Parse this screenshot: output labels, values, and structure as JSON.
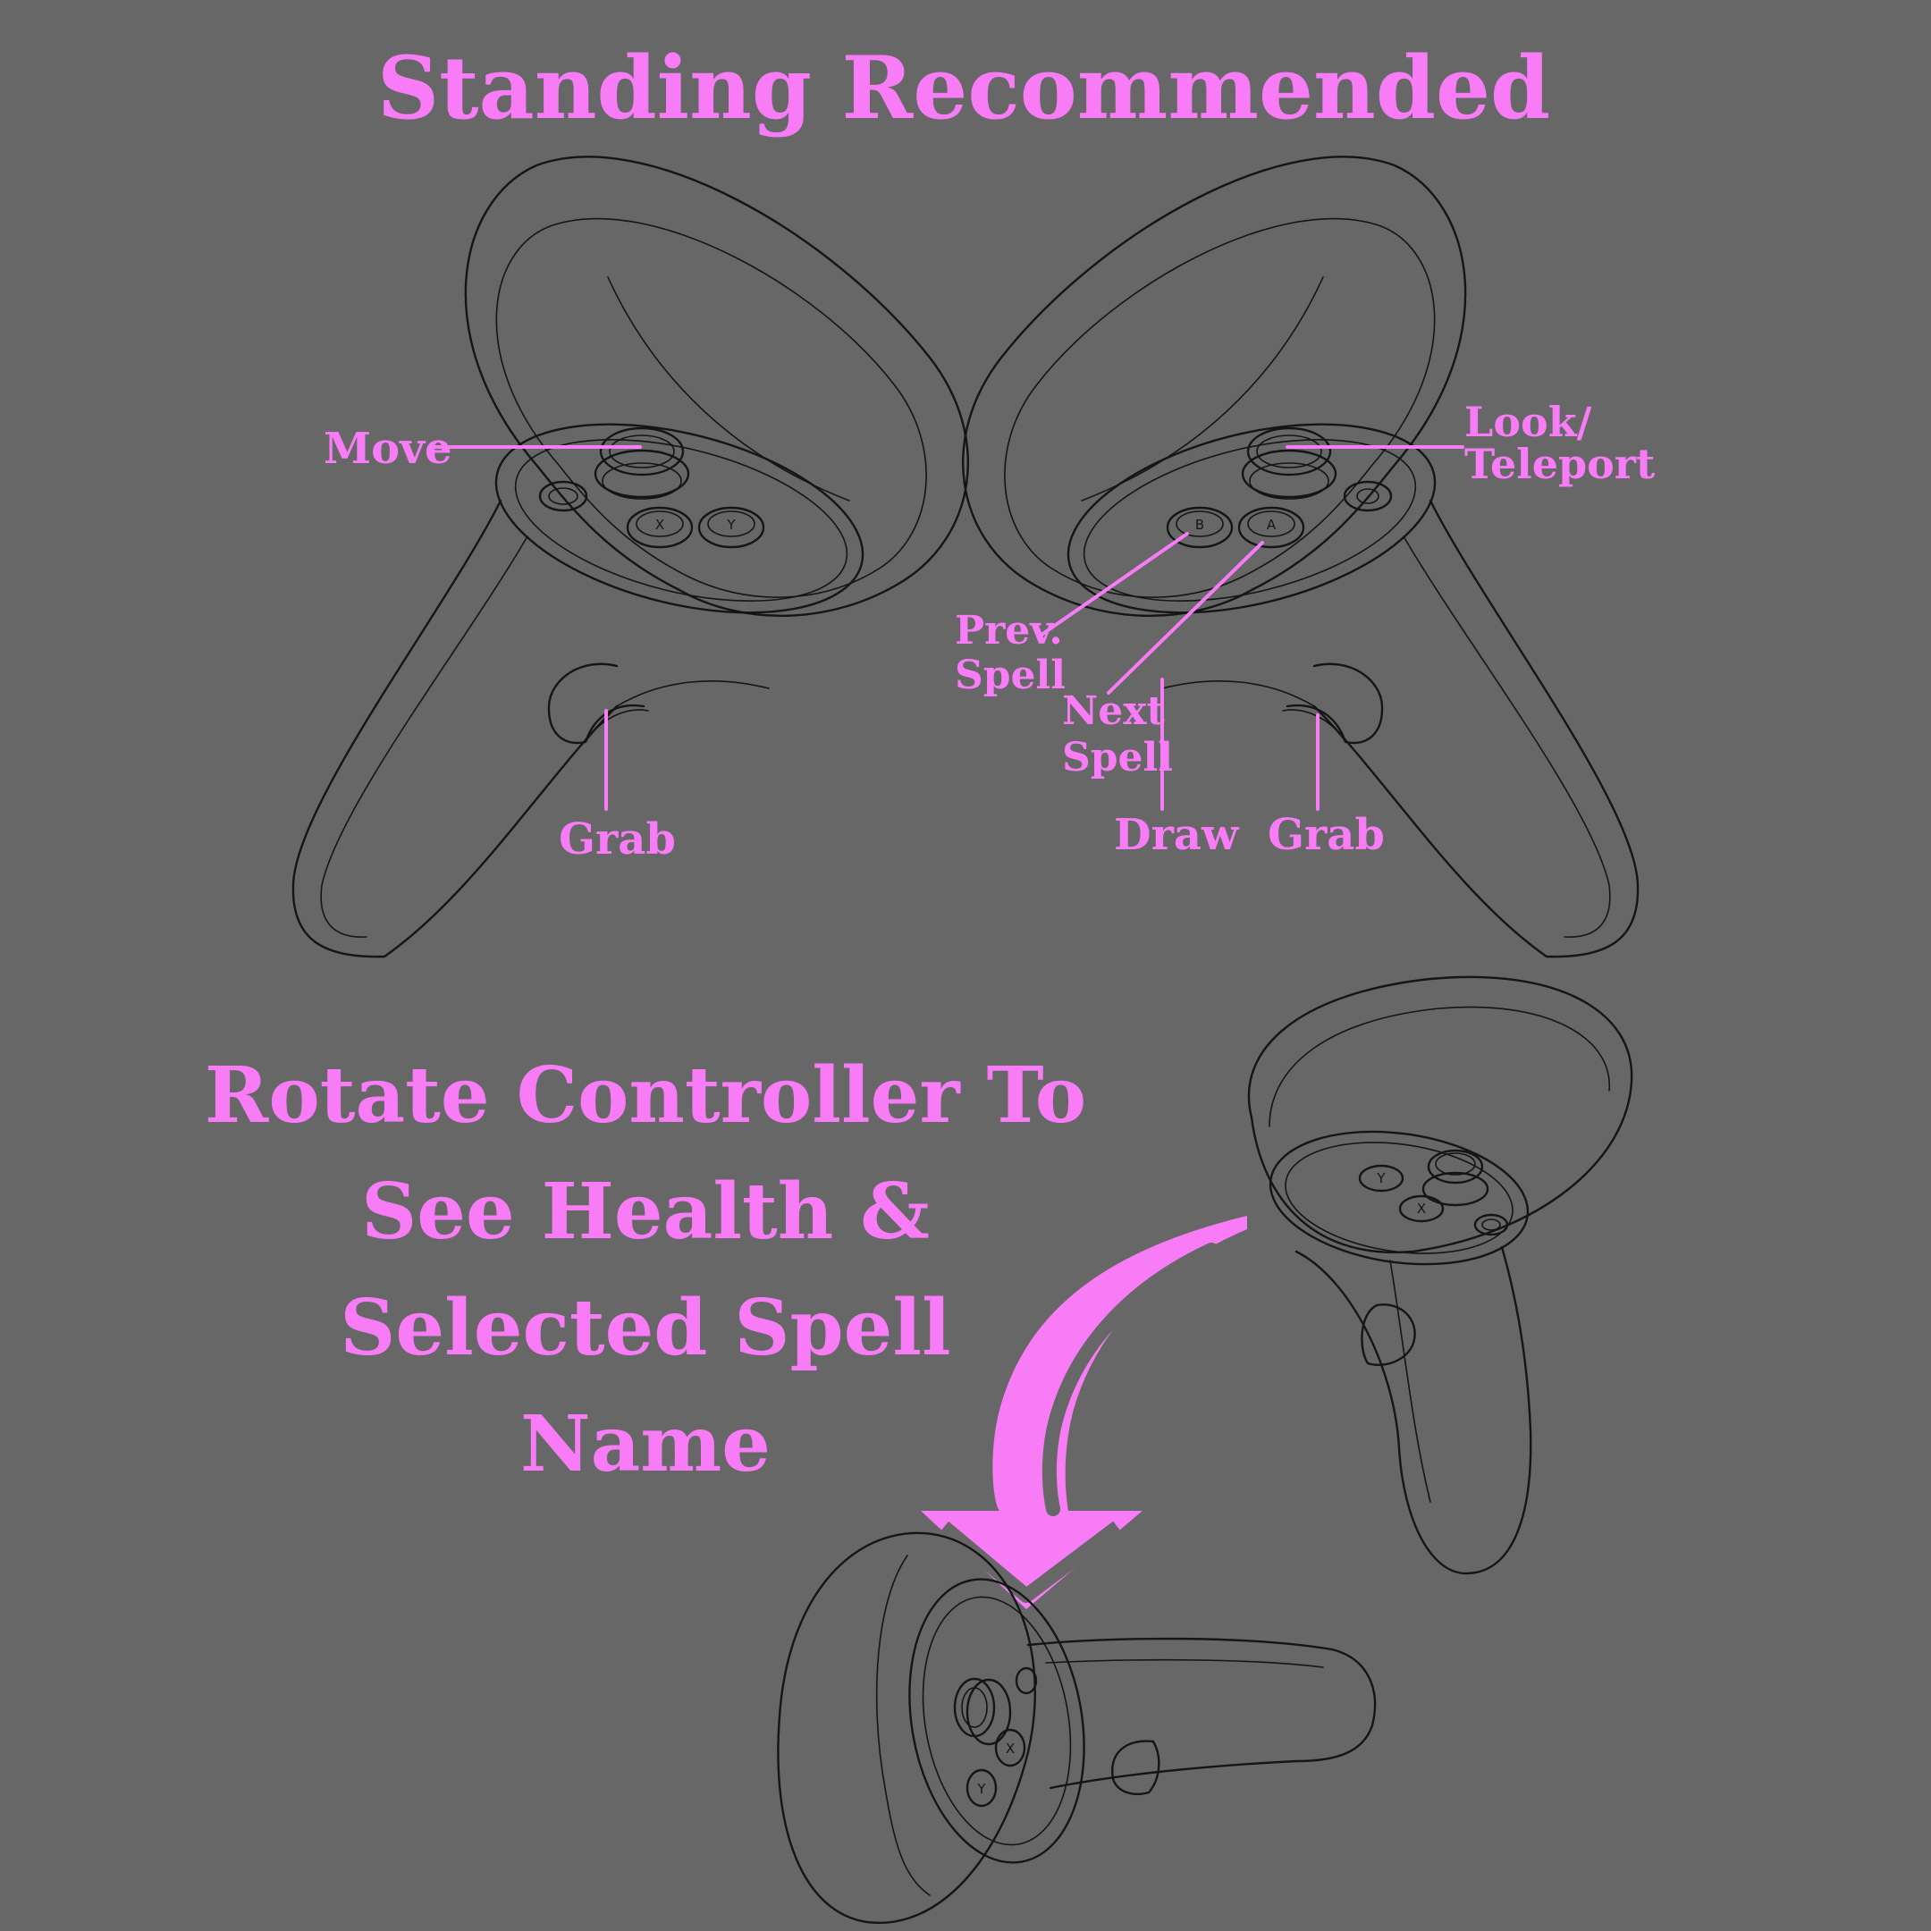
{
  "page": {
    "title": "Standing Recommended",
    "instruction_lines": [
      "Rotate Controller To",
      "See Health &",
      "Selected Spell",
      "Name"
    ]
  },
  "left_controller": {
    "labels": {
      "move": "Move",
      "grab": "Grab"
    },
    "buttons": [
      "X",
      "Y"
    ],
    "icon": "left-vr-controller-icon"
  },
  "right_controller": {
    "labels": {
      "look_line1": "Look/",
      "look_line2": "Teleport",
      "prev_line1": "Prev.",
      "prev_line2": "Spell",
      "next_line1": "Next",
      "next_line2": "Spell",
      "draw": "Draw",
      "grab": "Grab"
    },
    "buttons": [
      "B",
      "A"
    ],
    "icon": "right-vr-controller-icon"
  },
  "rotation": {
    "upright_buttons": [
      "Y",
      "X"
    ],
    "rotated_buttons": [
      "X",
      "Y"
    ],
    "arrow_icon": "curved-arrow-down-icon"
  },
  "colors": {
    "background": "#676767",
    "accent": "#f77cf6",
    "outline": "#151515"
  }
}
